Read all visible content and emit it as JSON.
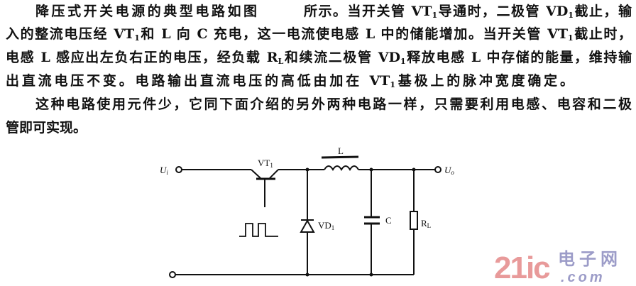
{
  "paragraph": {
    "lines": [
      [
        {
          "t": "降压式开关电源的典型电路如图"
        }
      ],
      [
        {
          "t": "所示。当开关管 VT"
        },
        {
          "s": "1"
        },
        {
          "t": "导通时，二极管 VD"
        },
        {
          "s": "1"
        },
        {
          "t": "截止，输"
        }
      ],
      [
        {
          "t": "入的整流电压经 VT"
        },
        {
          "s": "1"
        },
        {
          "t": "和 L 向 C 充电，这一电流使电感 L 中的储能增加。当开关管 VT"
        },
        {
          "s": "1"
        },
        {
          "t": "截止时，"
        }
      ],
      [
        {
          "t": "电感 L 感应出左负右正的电压，经负载 R"
        },
        {
          "s": "L"
        },
        {
          "t": "和续流二极管 VD"
        },
        {
          "s": "1"
        },
        {
          "t": "释放电感 L 中存储的能量，维持输"
        }
      ],
      [
        {
          "t": "出直流电压不变。电路输出直流电压的高低由加在 VT"
        },
        {
          "s": "1"
        },
        {
          "t": "基极上的脉冲宽度确定。"
        }
      ],
      [
        {
          "t": "这种电路使用元件少，它同下面介绍的另外两种电路一样，只需要利用电感、电容和二极"
        }
      ],
      [
        {
          "t": "管即可实现。"
        }
      ]
    ]
  },
  "circuit": {
    "input_label": "U",
    "input_sub": "i",
    "output_label": "U",
    "output_sub": "o",
    "transistor_label": "VT",
    "transistor_sub": "1",
    "inductor_label": "L",
    "diode_label": "VD",
    "diode_sub": "1",
    "capacitor_label": "C",
    "resistor_label": "R",
    "resistor_sub": "L"
  },
  "watermark": {
    "brand": "21ic",
    "cn": "电子网",
    "domain": ".com",
    "brand_color": "#e89a9a",
    "cn_color": "#9c9cc8"
  }
}
